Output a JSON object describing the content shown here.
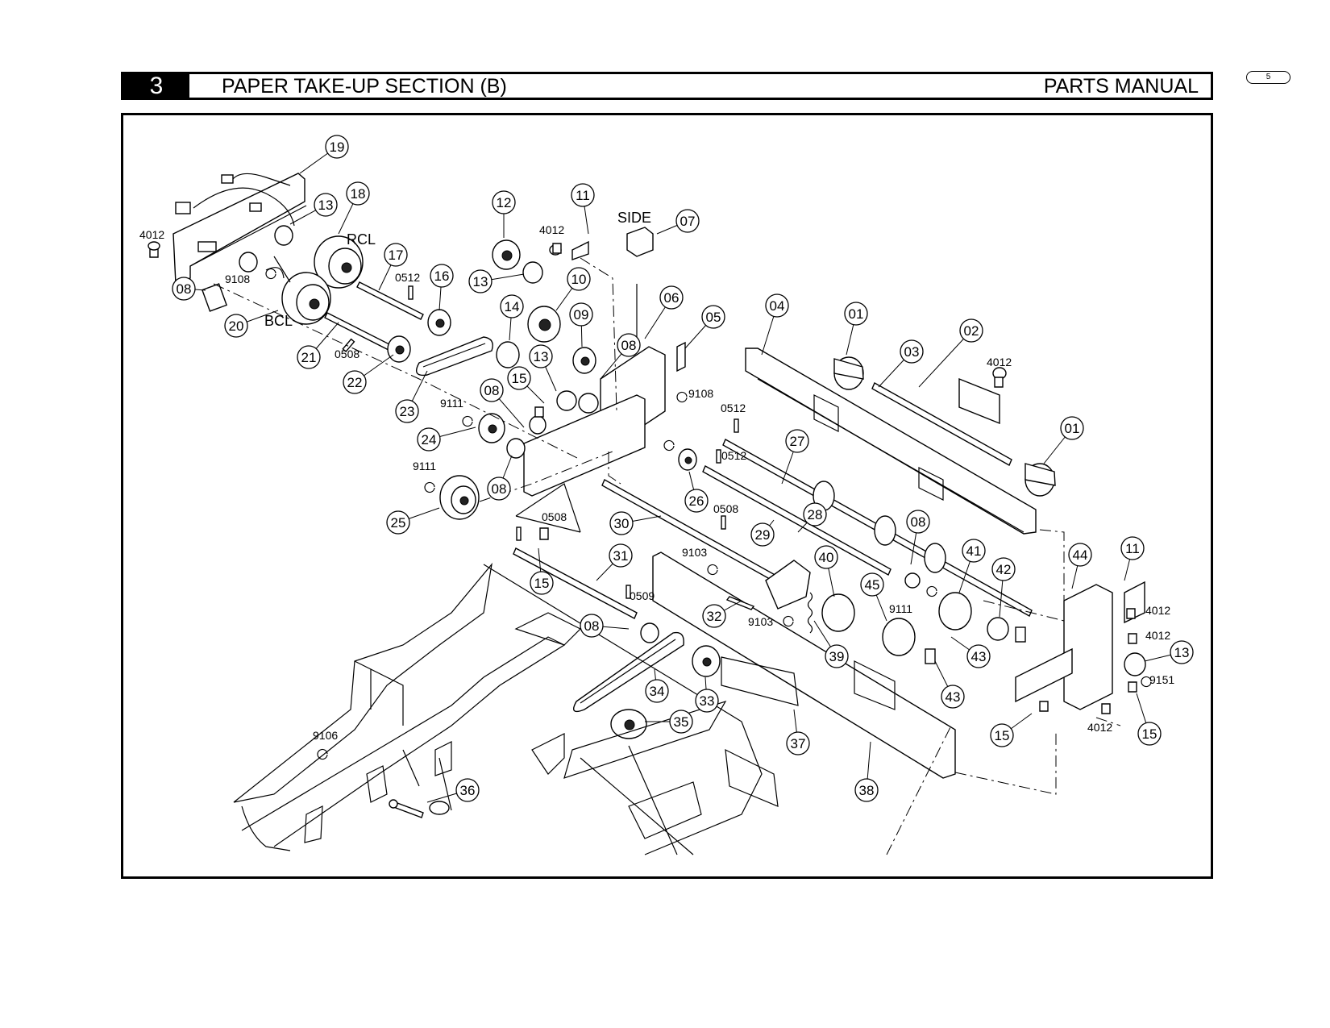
{
  "header": {
    "section_number": "3",
    "section_title": "PAPER TAKE-UP SECTION (B)",
    "manual_label": "PARTS MANUAL",
    "page_number": "5"
  },
  "diagram": {
    "callouts": [
      "19",
      "13",
      "18",
      "17",
      "16",
      "08",
      "20",
      "21",
      "22",
      "23",
      "12",
      "13",
      "10",
      "14",
      "09",
      "11",
      "07",
      "06",
      "05",
      "04",
      "01",
      "03",
      "02",
      "01",
      "08",
      "13",
      "15",
      "08",
      "24",
      "08",
      "25",
      "26",
      "27",
      "28",
      "29",
      "30",
      "31",
      "15",
      "08",
      "32",
      "34",
      "33",
      "35",
      "36",
      "37",
      "38",
      "39",
      "40",
      "45",
      "41",
      "42",
      "08",
      "43",
      "43",
      "44",
      "11",
      "13",
      "15",
      "15"
    ],
    "codes": [
      "4012",
      "9108",
      "0512",
      "0508",
      "4012",
      "9108",
      "9111",
      "9111",
      "0512",
      "0512",
      "0508",
      "0508",
      "4012",
      "9103",
      "9103",
      "0509",
      "9111",
      "4012",
      "4012",
      "9151",
      "4012",
      "9106"
    ],
    "labels": [
      "RCL",
      "BCL",
      "SIDE"
    ]
  }
}
